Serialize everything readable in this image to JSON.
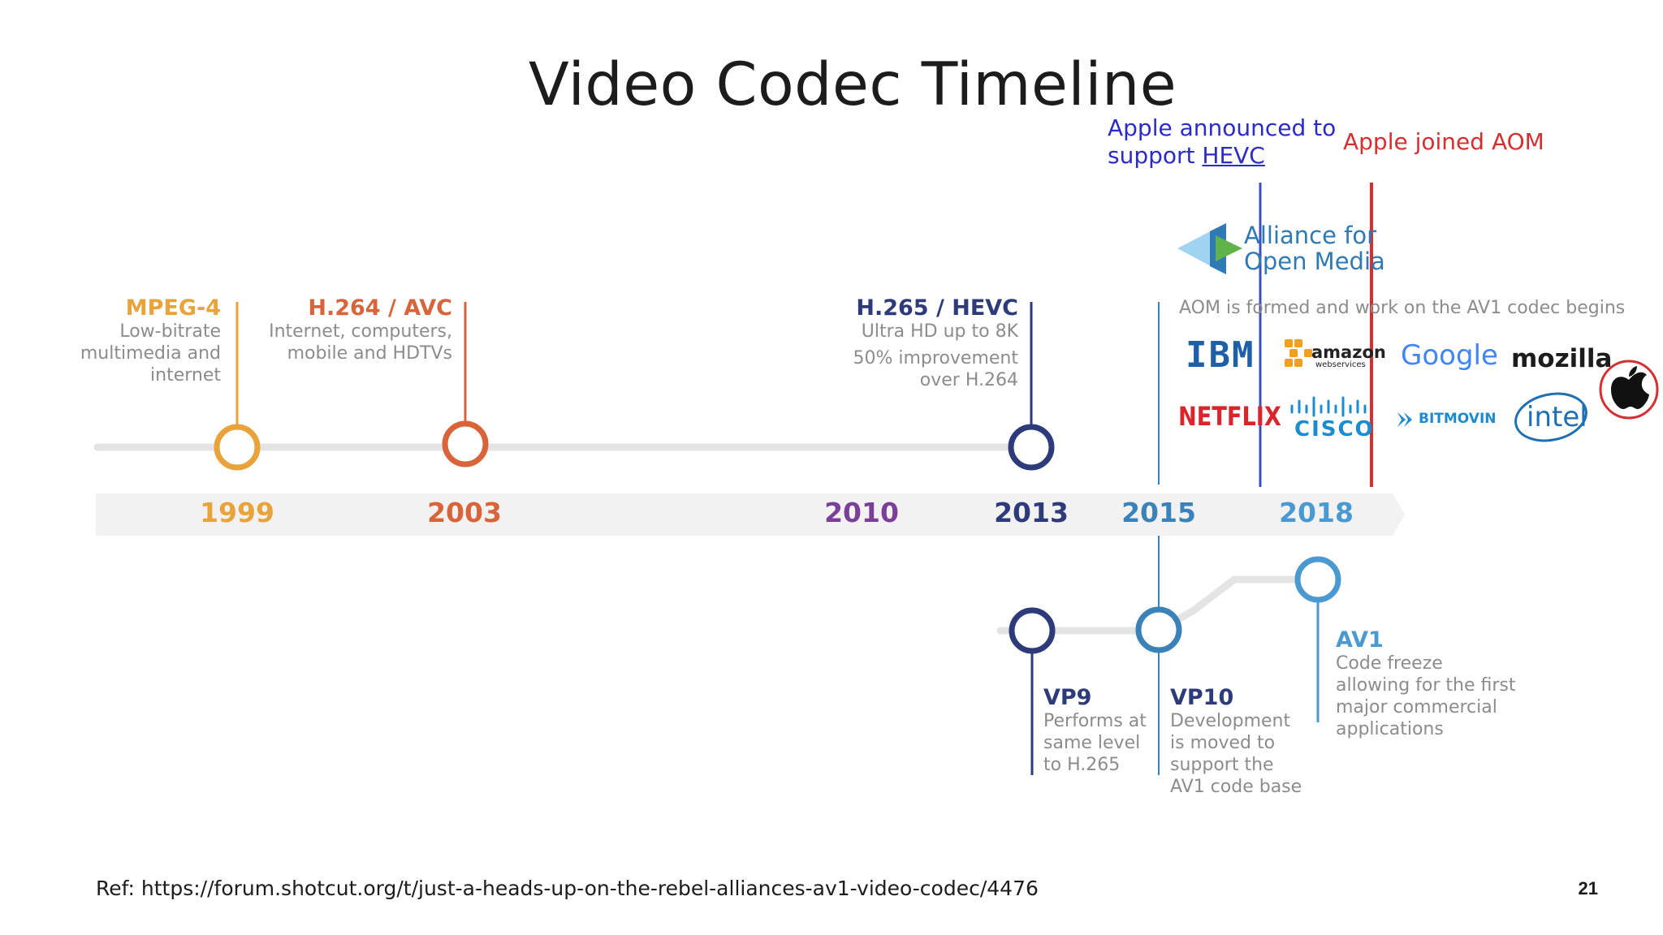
{
  "title": "Video Codec Timeline",
  "years": [
    {
      "label": "1999",
      "color": "#e8a33a"
    },
    {
      "label": "2003",
      "color": "#d9643a"
    },
    {
      "label": "2010",
      "color": "#7b3f9a"
    },
    {
      "label": "2013",
      "color": "#2e3b7a"
    },
    {
      "label": "2015",
      "color": "#3b82b8"
    },
    {
      "label": "2018",
      "color": "#4a9ad1"
    }
  ],
  "events_top": [
    {
      "heading": "MPEG-4",
      "lines": [
        "Low-bitrate",
        "multimedia and",
        "internet"
      ]
    },
    {
      "heading": "H.264 / AVC",
      "lines": [
        "Internet, computers,",
        "mobile and HDTVs"
      ]
    },
    {
      "heading": "H.265 / HEVC",
      "lines": [
        "Ultra HD up to 8K",
        "50% improvement",
        "over H.264"
      ]
    }
  ],
  "events_bottom": [
    {
      "heading": "VP9",
      "lines": [
        "Performs at",
        "same level",
        "to H.265"
      ]
    },
    {
      "heading": "VP10",
      "lines": [
        "Development",
        "is moved to",
        "support the",
        "AV1 code base"
      ]
    },
    {
      "heading": "AV1",
      "lines": [
        "Code freeze",
        "allowing for the first",
        "major commercial",
        "applications"
      ]
    }
  ],
  "apple_announced": {
    "line1": "Apple announced to",
    "line2_prefix": "support ",
    "link": "HEVC"
  },
  "apple_joined": "Apple joined AOM",
  "aom": {
    "line1": "Alliance for",
    "line2": "Open Media",
    "caption": "AOM is formed and work on the AV1 codec begins"
  },
  "logos": {
    "ibm": "IBM",
    "amazon": "amazon",
    "amazon_sub": "webservices",
    "google": "Google",
    "mozilla": "mozilla",
    "netflix": "NETFLIX",
    "cisco": "CISCO",
    "bitmovin": "BITMOVIN",
    "intel": "intel"
  },
  "reference": "Ref: https://forum.shotcut.org/t/just-a-heads-up-on-the-rebel-alliances-av1-video-codec/4476",
  "page_number": "21",
  "colors": {
    "mpeg4": "#e8a33a",
    "h264": "#d9643a",
    "hevc": "#2e3b7a",
    "vp9": "#2e3b7a",
    "vp10": "#3b82b8",
    "av1": "#4a9ad1",
    "apple_announced": "#2b2bc8",
    "apple_joined": "#d62f2f"
  }
}
